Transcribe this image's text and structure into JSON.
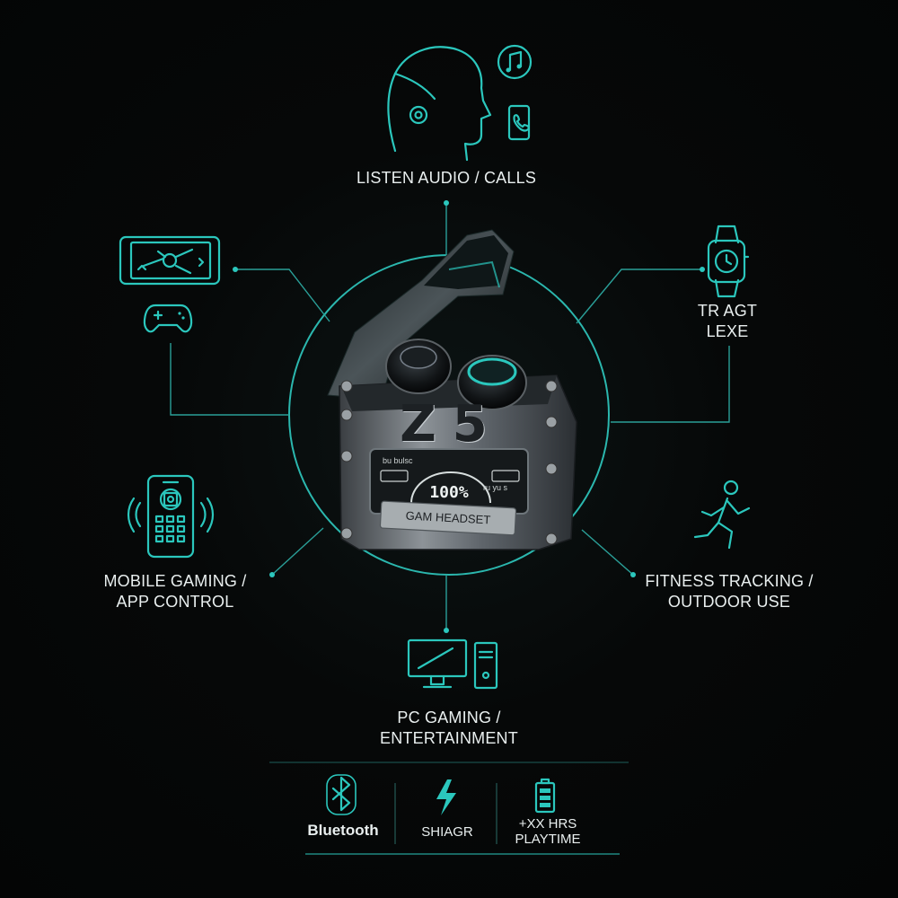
{
  "features": {
    "top": {
      "label": "LISTEN AUDIO / CALLS"
    },
    "right_upper": {
      "line1": "TR AGT",
      "line2": "LEXE"
    },
    "left_lower": {
      "line1": "MOBILE GAMING /",
      "line2": "APP CONTROL"
    },
    "right_lower": {
      "line1": "FITNESS TRACKING /",
      "line2": "OUTDOOR USE"
    },
    "bottom": {
      "line1": "PC GAMING /",
      "line2": "ENTERTAINMENT"
    }
  },
  "product": {
    "logo": "Z5",
    "screen_left": "bu bulsc",
    "screen_right": "ru yu s",
    "battery": "100%",
    "plate": "GAM HEADSET"
  },
  "spec_bar": {
    "bluetooth": "Bluetooth",
    "charge": "SHIAGR",
    "playtime_line1": "+XX HRS",
    "playtime_line2": "PLAYTIME"
  },
  "icons": [
    "head-earbud-icon",
    "music-note-icon",
    "phone-call-icon",
    "smartphone-game-icon",
    "gamepad-icon",
    "smartwatch-icon",
    "phone-app-icon",
    "running-icon",
    "desktop-pc-icon",
    "bluetooth-icon",
    "lightning-icon",
    "battery-icon"
  ],
  "colors": {
    "accent": "#2bc7bd",
    "background": "#050607",
    "text": "#e9efef"
  }
}
